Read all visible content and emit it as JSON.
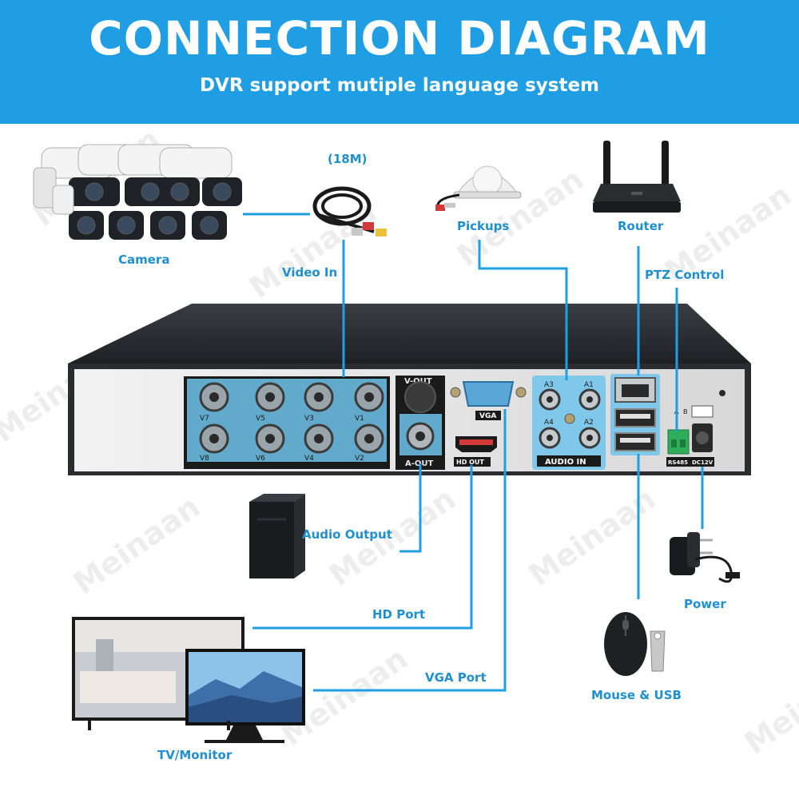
{
  "header": {
    "title": "CONNECTION DIAGRAM",
    "subtitle": "DVR support mutiple language system"
  },
  "labels": {
    "camera": "Camera",
    "cable_length": "(18M)",
    "video_in": "Video In",
    "pickups": "Pickups",
    "router": "Router",
    "ptz_control": "PTZ Control",
    "audio_output": "Audio Output",
    "power": "Power",
    "hd_port": "HD Port",
    "vga_port": "VGA Port",
    "mouse_usb": "Mouse & USB",
    "tv_monitor": "TV/Monitor"
  },
  "panel": {
    "video_inputs": [
      "V7",
      "V5",
      "V3",
      "V1",
      "V8",
      "V6",
      "V4",
      "V2"
    ],
    "video_in_label": "VIDEO IN",
    "v_out": "V-OUT",
    "a_out": "A-OUT",
    "vga": "VGA",
    "hd_out": "HD OUT",
    "audio_inputs": [
      "A3",
      "A1",
      "A4",
      "A2"
    ],
    "audio_in_label": "AUDIO IN",
    "rs485": "RS485",
    "dc12v": "DC12V",
    "rs485_pins": [
      "A",
      "B"
    ]
  },
  "watermark": "Meinaan",
  "colors": {
    "header_bg": "#1f9ee3",
    "line": "#1f9ee3",
    "label": "#1f8fd0",
    "highlight": "#5bbce6"
  }
}
